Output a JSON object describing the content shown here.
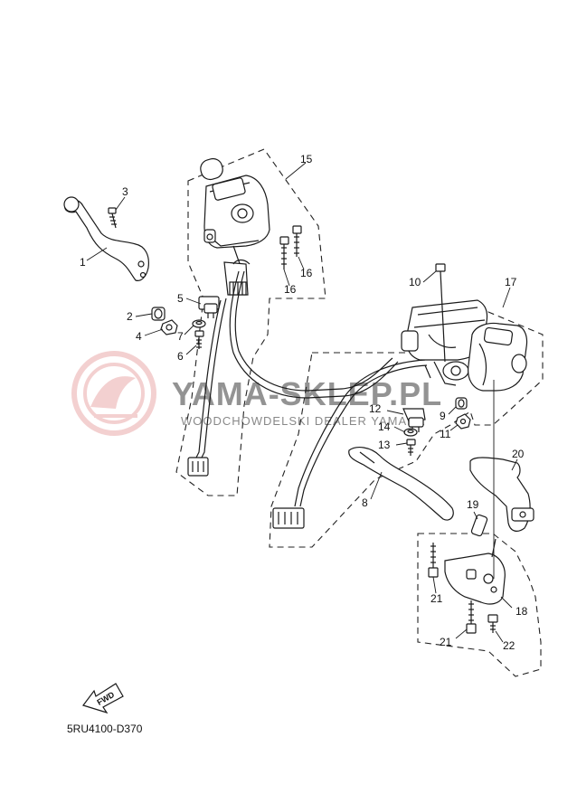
{
  "diagram_code": "5RU4100-D370",
  "fwd_label": "FWD",
  "watermark": {
    "brand": "YAMA-SKLEP.PL",
    "subtitle": "WOODCHOWDELSKI DEALER YAMAHA",
    "color": "#e8a3a3"
  },
  "callouts": [
    {
      "id": "c1",
      "label": "1"
    },
    {
      "id": "c2",
      "label": "2"
    },
    {
      "id": "c3",
      "label": "3"
    },
    {
      "id": "c4",
      "label": "4"
    },
    {
      "id": "c5",
      "label": "5"
    },
    {
      "id": "c6",
      "label": "6"
    },
    {
      "id": "c7",
      "label": "7"
    },
    {
      "id": "c8",
      "label": "8"
    },
    {
      "id": "c9",
      "label": "9"
    },
    {
      "id": "c10",
      "label": "10"
    },
    {
      "id": "c11",
      "label": "11"
    },
    {
      "id": "c12",
      "label": "12"
    },
    {
      "id": "c13",
      "label": "13"
    },
    {
      "id": "c14",
      "label": "14"
    },
    {
      "id": "c15",
      "label": "15"
    },
    {
      "id": "c16a",
      "label": "16"
    },
    {
      "id": "c16b",
      "label": "16"
    },
    {
      "id": "c17",
      "label": "17"
    },
    {
      "id": "c18",
      "label": "18"
    },
    {
      "id": "c19",
      "label": "19"
    },
    {
      "id": "c20",
      "label": "20"
    },
    {
      "id": "c21a",
      "label": "21"
    },
    {
      "id": "c21b",
      "label": "21"
    },
    {
      "id": "c22",
      "label": "22"
    }
  ]
}
